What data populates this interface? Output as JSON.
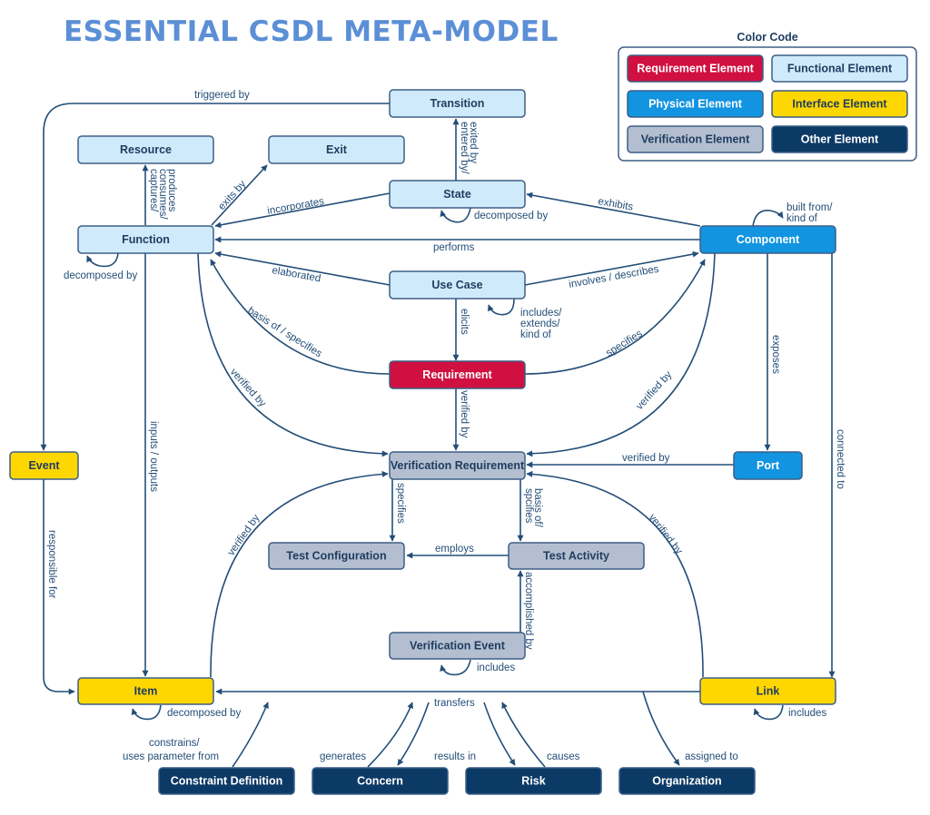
{
  "title": "ESSENTIAL CSDL META-MODEL",
  "legend": {
    "title": "Color Code",
    "items": [
      {
        "label": "Requirement Element",
        "type": "requirement"
      },
      {
        "label": "Functional Element",
        "type": "functional"
      },
      {
        "label": "Physical Element",
        "type": "physical"
      },
      {
        "label": "Interface Element",
        "type": "interface"
      },
      {
        "label": "Verification Element",
        "type": "verification"
      },
      {
        "label": "Other Element",
        "type": "other"
      }
    ]
  },
  "colors": {
    "requirement": {
      "fill": "#d01040",
      "text": "#ffffff"
    },
    "functional": {
      "fill": "#cfeafb",
      "text": "#1f3c5f"
    },
    "physical": {
      "fill": "#1294e0",
      "text": "#ffffff"
    },
    "interface": {
      "fill": "#ffd700",
      "text": "#1f3c5f"
    },
    "verification": {
      "fill": "#b3bfd0",
      "text": "#1f3c5f"
    },
    "other": {
      "fill": "#0c3a66",
      "text": "#ffffff"
    },
    "edge": "#244e78"
  },
  "nodes": {
    "transition": {
      "label": "Transition",
      "type": "functional"
    },
    "resource": {
      "label": "Resource",
      "type": "functional"
    },
    "exit": {
      "label": "Exit",
      "type": "functional"
    },
    "state": {
      "label": "State",
      "type": "functional"
    },
    "function": {
      "label": "Function",
      "type": "functional"
    },
    "component": {
      "label": "Component",
      "type": "physical"
    },
    "use_case": {
      "label": "Use Case",
      "type": "functional"
    },
    "requirement": {
      "label": "Requirement",
      "type": "requirement"
    },
    "event": {
      "label": "Event",
      "type": "interface"
    },
    "verification_requirement": {
      "label": "Verification Requirement",
      "type": "verification"
    },
    "port": {
      "label": "Port",
      "type": "physical"
    },
    "test_configuration": {
      "label": "Test Configuration",
      "type": "verification"
    },
    "test_activity": {
      "label": "Test Activity",
      "type": "verification"
    },
    "verification_event": {
      "label": "Verification Event",
      "type": "verification"
    },
    "item": {
      "label": "Item",
      "type": "interface"
    },
    "link": {
      "label": "Link",
      "type": "interface"
    },
    "constraint_definition": {
      "label": "Constraint Definition",
      "type": "other"
    },
    "concern": {
      "label": "Concern",
      "type": "other"
    },
    "risk": {
      "label": "Risk",
      "type": "other"
    },
    "organization": {
      "label": "Organization",
      "type": "other"
    }
  },
  "edges": {
    "triggered_by": {
      "label": "triggered by",
      "from": "transition",
      "to": "event"
    },
    "entered_exited_by": {
      "label": "entered by/ exited by",
      "from": "state",
      "to": "transition"
    },
    "exits_by": {
      "label": "exits by",
      "from": "function",
      "to": "exit"
    },
    "captures_consumes_produces": {
      "label": "captures/ consumes/ produces",
      "from": "function",
      "to": "resource"
    },
    "incorporates": {
      "label": "incorporates",
      "from": "state",
      "to": "function"
    },
    "state_decomposed_by": {
      "label": "decomposed by",
      "from": "state",
      "to": "state"
    },
    "exhibits": {
      "label": "exhibits",
      "from": "component",
      "to": "state"
    },
    "built_from_kind_of": {
      "label": "built from/ kind of",
      "from": "component",
      "to": "component"
    },
    "performs": {
      "label": "performs",
      "from": "component",
      "to": "function"
    },
    "function_decomposed_by": {
      "label": "decomposed by",
      "from": "function",
      "to": "function"
    },
    "elaborated": {
      "label": "elaborated",
      "from": "use_case",
      "to": "function"
    },
    "involves_describes": {
      "label": "involves / describes",
      "from": "use_case",
      "to": "component"
    },
    "includes_extends_kind_of": {
      "label": "includes/ extends/ kind of",
      "from": "use_case",
      "to": "use_case"
    },
    "elicits": {
      "label": "elicits",
      "from": "use_case",
      "to": "requirement"
    },
    "basis_of_specifies": {
      "label": "basis of / specifies",
      "from": "requirement",
      "to": "function"
    },
    "req_specifies_component": {
      "label": "specifies",
      "from": "requirement",
      "to": "component"
    },
    "function_verified_by": {
      "label": "verified by",
      "from": "function",
      "to": "verification_requirement"
    },
    "component_verified_by": {
      "label": "verified by",
      "from": "component",
      "to": "verification_requirement"
    },
    "requirement_verified_by": {
      "label": "verified by",
      "from": "requirement",
      "to": "verification_requirement"
    },
    "exposes": {
      "label": "exposes",
      "from": "component",
      "to": "port"
    },
    "port_verified_by": {
      "label": "verified by",
      "from": "port",
      "to": "verification_requirement"
    },
    "connected_to": {
      "label": "connected to",
      "from": "component",
      "to": "link"
    },
    "inputs_outputs": {
      "label": "inputs / outputs",
      "from": "function",
      "to": "item"
    },
    "responsible_for": {
      "label": "responsible for",
      "from": "event",
      "to": "item"
    },
    "vr_specifies": {
      "label": "specifies",
      "from": "verification_requirement",
      "to": "test_configuration"
    },
    "vr_basis_of_specifies": {
      "label": "basis of/ spcifies",
      "from": "verification_requirement",
      "to": "test_activity"
    },
    "employs": {
      "label": "employs",
      "from": "test_activity",
      "to": "test_configuration"
    },
    "accomplished_by": {
      "label": "accomplished by",
      "from": "verification_event",
      "to": "test_activity"
    },
    "ve_includes": {
      "label": "includes",
      "from": "verification_event",
      "to": "verification_event"
    },
    "item_verified_by": {
      "label": "verified by",
      "from": "item",
      "to": "verification_requirement"
    },
    "link_verified_by": {
      "label": "verified by",
      "from": "link",
      "to": "verification_requirement"
    },
    "transfers": {
      "label": "transfers",
      "from": "link",
      "to": "item"
    },
    "item_decomposed_by": {
      "label": "decomposed by",
      "from": "item",
      "to": "item"
    },
    "link_includes": {
      "label": "includes",
      "from": "link",
      "to": "link"
    },
    "constrains": {
      "label": "constrains/ uses parameter from",
      "from": "constraint_definition",
      "to": "item"
    },
    "generates": {
      "label": "generates",
      "from": "concern",
      "to": "item"
    },
    "results_in": {
      "label": "results in",
      "from": "item",
      "to": "concern"
    },
    "causes": {
      "label": "causes",
      "from": "risk",
      "to": "item"
    },
    "transfers_risk": {
      "label": "",
      "from": "item",
      "to": "risk"
    },
    "assigned_to": {
      "label": "assigned to",
      "from": "link",
      "to": "organization"
    }
  }
}
